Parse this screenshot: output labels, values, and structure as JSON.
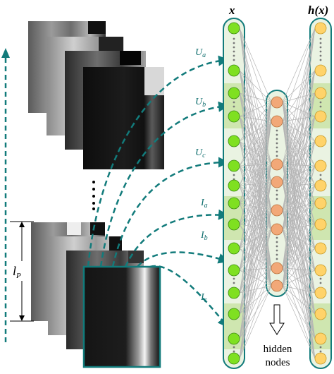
{
  "input_header": "x",
  "output_header": "h(x)",
  "hidden_label": [
    "hidden",
    "nodes"
  ],
  "patch_size_label": "l",
  "patch_size_sub": "P",
  "input_groups": [
    {
      "label": "U",
      "sub": "a"
    },
    {
      "label": "U",
      "sub": "b"
    },
    {
      "label": "U",
      "sub": "c"
    },
    {
      "label": "I",
      "sub": "a"
    },
    {
      "label": "I",
      "sub": "b"
    },
    {
      "label": "I",
      "sub": "c"
    }
  ],
  "colors": {
    "teal": "#127b7b",
    "input_node": "#7fe021",
    "hidden_node": "#f2a878",
    "output_node": "#ffd36a",
    "band_green": "#cfe6b0",
    "column_bg": "#eaf3e2"
  },
  "icons": [
    "arrow-up-icon",
    "hollow-arrow-down-icon",
    "dashed-arrow-icon"
  ]
}
